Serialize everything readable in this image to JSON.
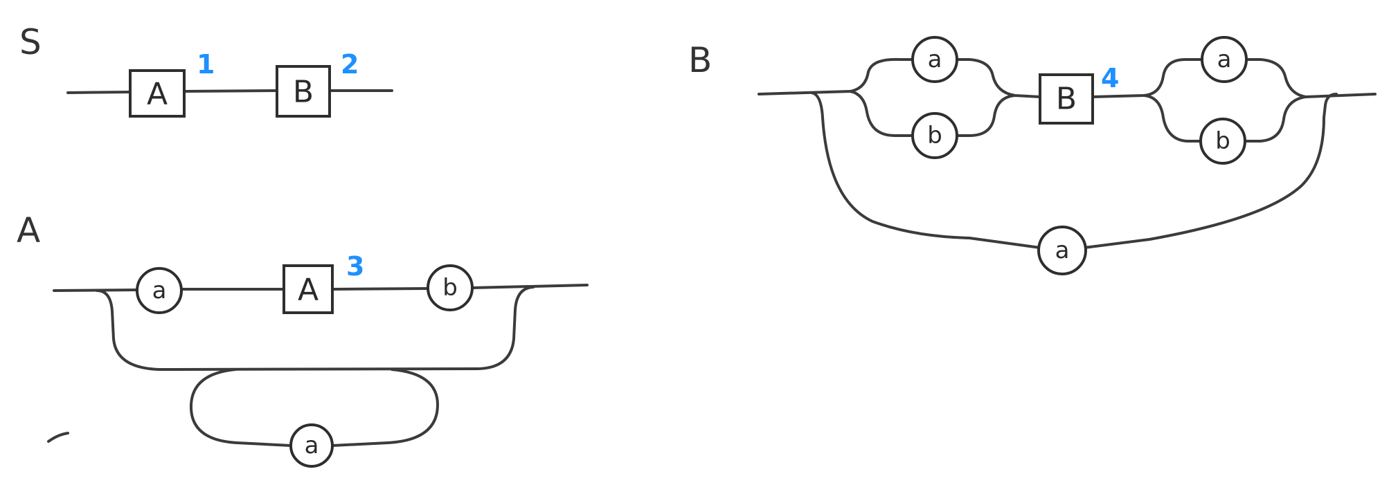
{
  "colors": {
    "ink": "#2e2e2e",
    "accent": "#1e90ff"
  },
  "rules": {
    "s": {
      "name": "S",
      "ref1": "A",
      "num1": "1",
      "ref2": "B",
      "num2": "2"
    },
    "a": {
      "name": "A",
      "t1": "a",
      "ref": "A",
      "num": "3",
      "t2": "b",
      "loop": "a"
    },
    "b": {
      "name": "B",
      "top1": "a",
      "bot1": "b",
      "ref": "B",
      "num": "4",
      "top2": "a",
      "bot2": "b",
      "skip": "a"
    }
  }
}
